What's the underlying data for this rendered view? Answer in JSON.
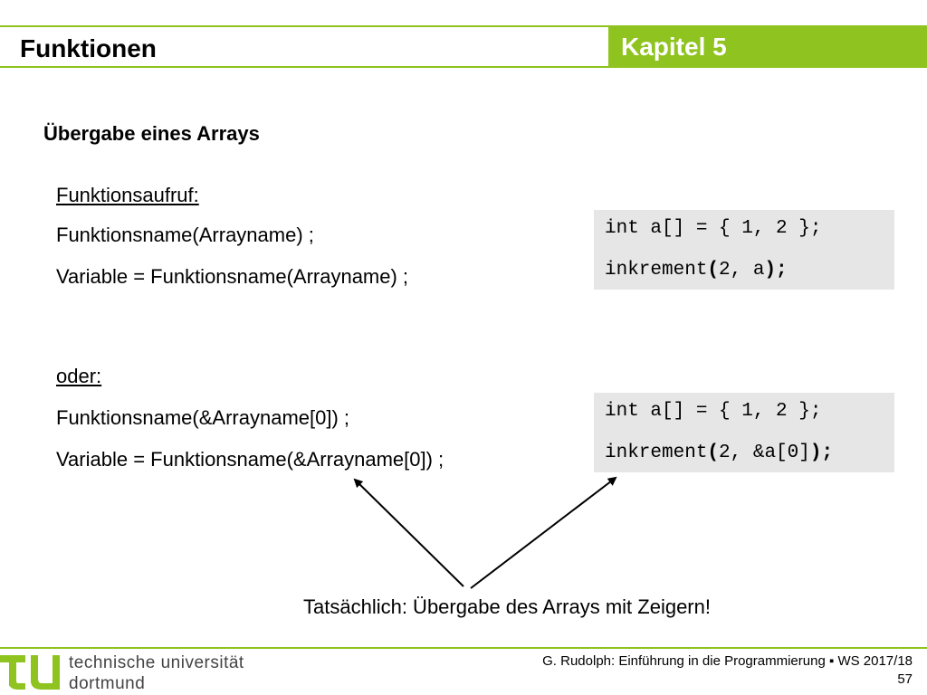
{
  "header": {
    "title": "Funktionen",
    "chapter": "Kapitel 5"
  },
  "section": {
    "heading": "Übergabe eines Arrays"
  },
  "call": {
    "label": "Funktionsaufruf:",
    "line1": "Funktionsname(Arrayname) ;",
    "line2": "Variable = Funktionsname(Arrayname) ;"
  },
  "alt": {
    "label": "oder:",
    "line1": "Funktionsname(&Arrayname[0]) ;",
    "line2": "Variable = Funktionsname(&Arrayname[0]) ;"
  },
  "code1": {
    "decl": "int a[] = { 1, 2 };",
    "call_fn": "inkrement",
    "call_open": "(",
    "call_args": "2, a",
    "call_close": ");"
  },
  "code2": {
    "decl": "int a[] = { 1, 2 };",
    "call_fn": "inkrement",
    "call_open": "(",
    "call_args": "2, &a[0]",
    "call_close": ");"
  },
  "conclusion": "Tatsächlich: Übergabe des Arrays mit Zeigern!",
  "footer": {
    "university_line1": "technische universität",
    "university_line2": "dortmund",
    "lecture": "G. Rudolph: Einführung in die Programmierung ▪ WS 2017/18",
    "page": "57"
  },
  "colors": {
    "accent_green": "#8fc31f",
    "code_background": "#e6e6e6"
  }
}
